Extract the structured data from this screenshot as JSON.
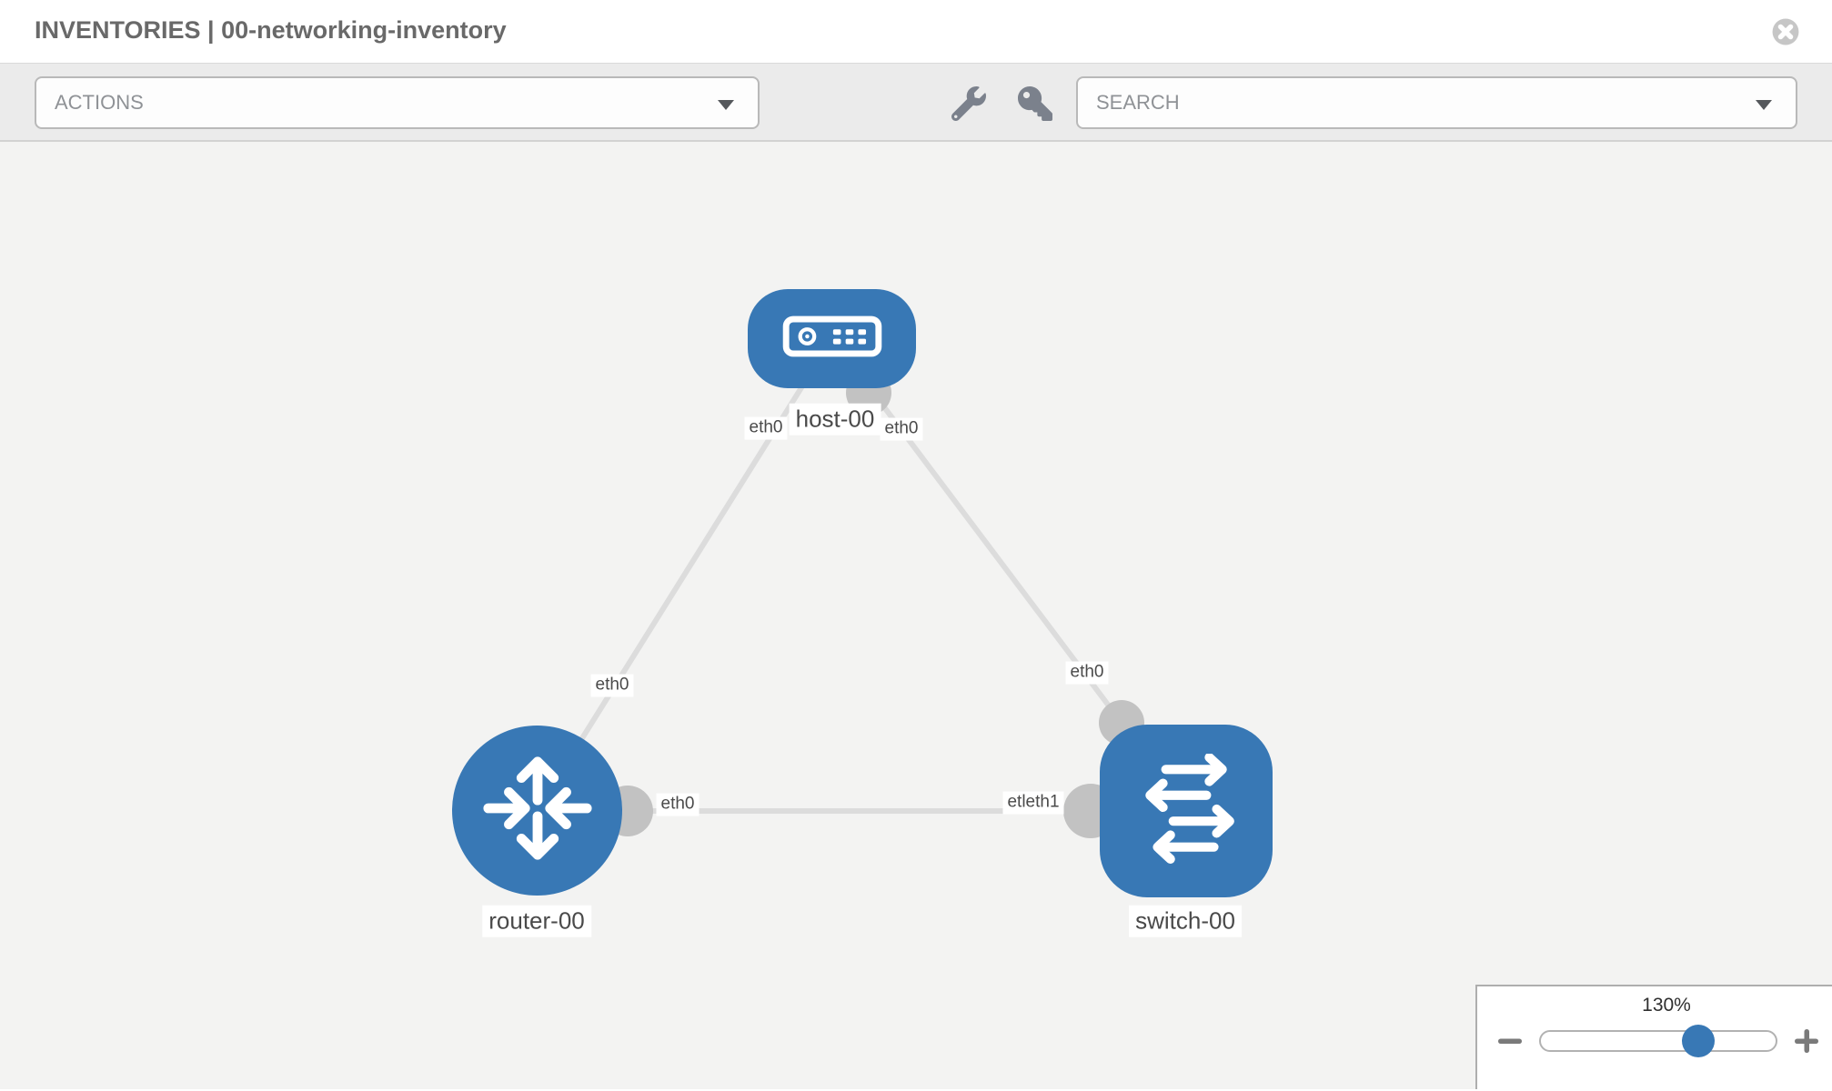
{
  "window": {
    "title": "INVENTORIES | 00-networking-inventory"
  },
  "toolbar": {
    "actions_label": "ACTIONS",
    "search_label": "SEARCH",
    "icons": [
      "wrench-icon",
      "key-icon"
    ]
  },
  "topology": {
    "nodes": [
      {
        "label": "host-00",
        "type": "host"
      },
      {
        "label": "router-00",
        "type": "router"
      },
      {
        "label": "switch-00",
        "type": "switch"
      }
    ],
    "links": [
      {
        "from": "host-00",
        "to": "router-00",
        "from_interface": "eth0",
        "to_interface": "eth0"
      },
      {
        "from": "host-00",
        "to": "switch-00",
        "from_interface": "eth0",
        "to_interface": "eth0"
      },
      {
        "from": "router-00",
        "to": "switch-00",
        "from_interface": "eth0",
        "to_interface": "etleth1"
      }
    ],
    "interface_labels": {
      "host_to_router": "eth0",
      "router_from_host": "eth0",
      "host_to_switch": "eth0",
      "switch_from_host": "eth0",
      "router_to_switch": "eth0",
      "switch_to_router": "etleth1"
    }
  },
  "zoom": {
    "level": "130%"
  },
  "colors": {
    "node_blue": "#3878b5",
    "link_gray": "#dcdcdc",
    "port_gray": "#c2c2c2",
    "canvas_bg": "#f3f3f2",
    "toolbar_bg": "#ebebeb"
  }
}
